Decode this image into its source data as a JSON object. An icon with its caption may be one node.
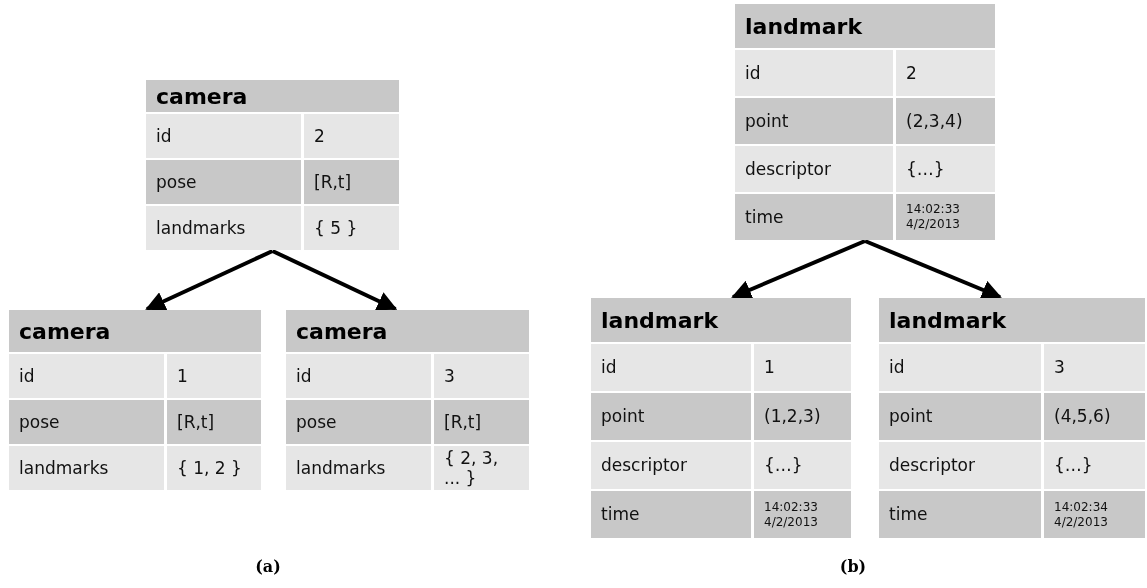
{
  "diagram": {
    "nodes": [
      {
        "text": [
          "camera",
          "id",
          "2",
          "pose",
          "[R,t]",
          "landmarks",
          "{ 5 }"
        ]
      },
      {
        "text": [
          "camera",
          "id",
          "1",
          "pose",
          "[R,t]",
          "landmarks",
          "{ 1, 2 }"
        ]
      },
      {
        "text": [
          "camera",
          "id",
          "3",
          "pose",
          "[R,t]",
          "landmarks",
          "{ 2, 3, ... }"
        ]
      },
      {
        "text": [
          "landmark",
          "id",
          "2",
          "point",
          "(2,3,4)",
          "descriptor",
          "{…}",
          "time",
          "14:02:33 4/2/2013"
        ]
      },
      {
        "text": [
          "landmark",
          "id",
          "1",
          "point",
          "(1,2,3)",
          "descriptor",
          "{…}",
          "time",
          "14:02:33 4/2/2013"
        ]
      },
      {
        "text": [
          "landmark",
          "id",
          "3",
          "point",
          "(4,5,6)",
          "descriptor",
          "{…}",
          "time",
          "14:02:34 4/2/2013"
        ]
      }
    ],
    "edges": [
      {
        "from": 0,
        "to": 1,
        "arrow": "to"
      },
      {
        "from": 0,
        "to": 2,
        "arrow": "to"
      },
      {
        "from": 3,
        "to": 4,
        "arrow": "to"
      },
      {
        "from": 3,
        "to": 5,
        "arrow": "to"
      }
    ],
    "labels": [
      "(a)",
      "(b)"
    ]
  }
}
